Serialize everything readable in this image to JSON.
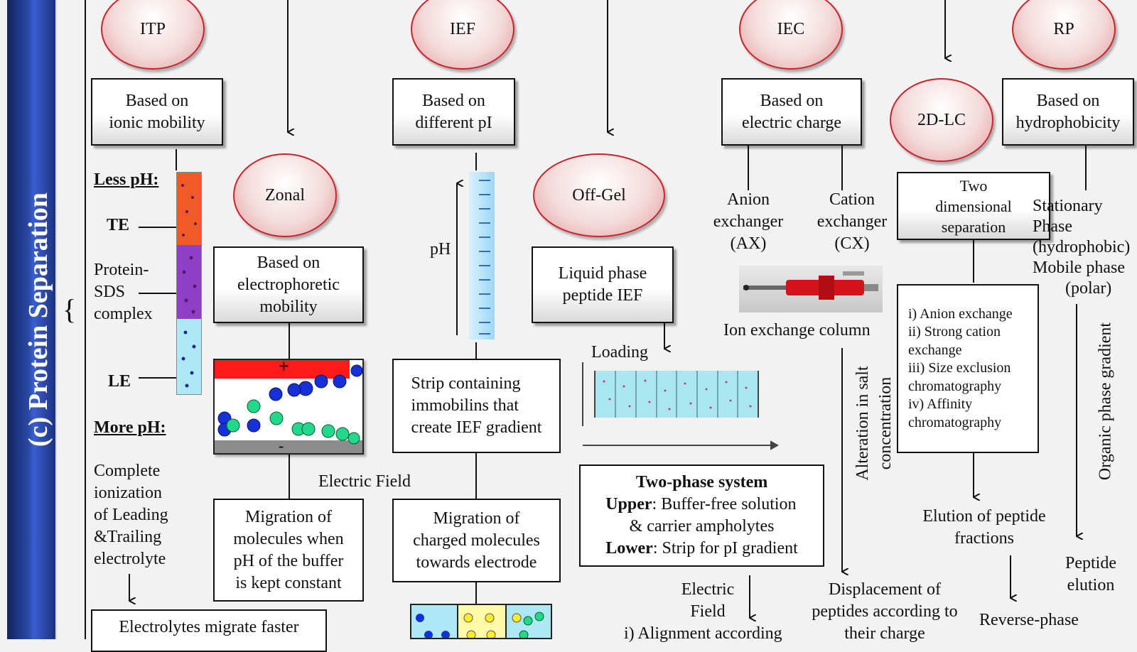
{
  "side_title": "(c) Protein Separation",
  "ovals": {
    "itp": "ITP",
    "ief": "IEF",
    "iec": "IEC",
    "rp": "RP",
    "zonal": "Zonal",
    "offgel": "Off-Gel",
    "twodlc": "2D-LC"
  },
  "boxes": {
    "itp_basis": [
      "Based on",
      "ionic mobility"
    ],
    "ief_basis": [
      "Based on",
      "different pI"
    ],
    "iec_basis": [
      "Based on",
      "electric charge"
    ],
    "rp_basis": [
      "Based on",
      "hydrophobicity"
    ],
    "zonal_basis": [
      "Based on",
      "electrophoretic",
      "mobility"
    ],
    "offgel_basis": [
      "Liquid phase",
      "peptide IEF"
    ],
    "twod_sep": [
      "Two",
      "dimensional",
      "separation"
    ],
    "strip": [
      "Strip containing",
      "immobilins that",
      "create IEF gradient"
    ],
    "zonal_migration": [
      "Migration of",
      "molecules when",
      "pH of the buffer",
      "is kept constant"
    ],
    "ief_migration": [
      "Migration of",
      "charged molecules",
      "towards electrode"
    ],
    "two_phase": {
      "title": "Two-phase system",
      "upper_label": "Upper",
      "upper_text1": ": Buffer-free solution",
      "upper_text2": "& carrier ampholytes",
      "lower_label": "Lower",
      "lower_text": ": Strip for pI gradient"
    },
    "twod_list": [
      "i) Anion exchange",
      "ii) Strong cation",
      "exchange",
      "iii) Size exclusion",
      "chromatography",
      "iv) Affinity",
      "chromatography"
    ],
    "itp_bottom": "Electrolytes migrate faster"
  },
  "labels": {
    "less_ph": "Less pH:",
    "te": "TE",
    "protein_sds": [
      "Protein-",
      "SDS",
      "complex"
    ],
    "le": "LE",
    "more_ph": "More pH:",
    "complete_ionization": [
      "Complete",
      "ionization",
      "of Leading",
      "&Trailing",
      "electrolyte"
    ],
    "electric_field": "Electric Field",
    "ph": "pH",
    "loading": "Loading",
    "anion_exchanger": [
      "Anion",
      "exchanger",
      "(AX)"
    ],
    "cation_exchanger": [
      "Cation",
      "exchanger",
      "(CX)"
    ],
    "ion_exchange_column": "Ion exchange column",
    "stationary_phase": [
      "Stationary",
      "Phase",
      "(hydrophobic)",
      "Mobile phase",
      "(polar)"
    ],
    "salt_gradient": [
      "Alteration in salt",
      "concentration"
    ],
    "organic_gradient": "Organic phase gradient",
    "elution_fractions": [
      "Elution of peptide",
      "fractions"
    ],
    "peptide_elution": [
      "Peptide",
      "elution"
    ],
    "electric_field_2": [
      "Electric",
      "Field"
    ],
    "alignment_partial": "i) Alignment according",
    "displacement": [
      "Displacement of",
      "peptides according to",
      "their charge"
    ],
    "reverse_phase": "Reverse-phase"
  },
  "gel_signs": {
    "plus": "+",
    "minus": "-"
  },
  "colors": {
    "band": "#2a4aa8",
    "oval_border": "#c8242a",
    "gel_red": "#ff1a1a",
    "te_orange": "#f05a28",
    "sds_purple": "#8f3fc7",
    "le_cyan": "#aee8f5",
    "blue_dot": "#1530d8",
    "green_dot": "#22d88a"
  }
}
